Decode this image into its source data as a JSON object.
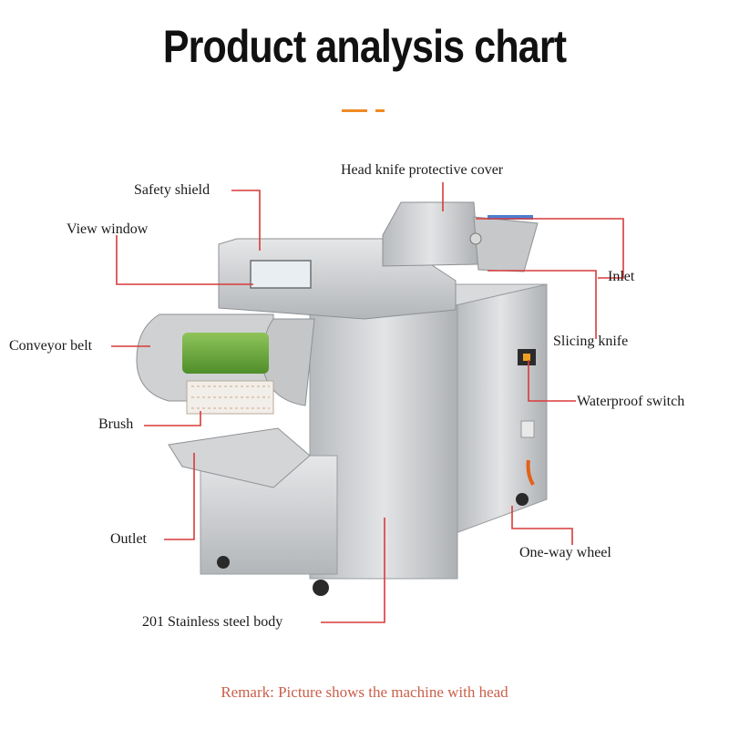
{
  "title": "Product analysis chart",
  "labels": {
    "safety_shield": "Safety shield",
    "head_knife_cover": "Head knife protective cover",
    "view_window": "View window",
    "inlet": "Inlet",
    "conveyor_belt": "Conveyor belt",
    "slicing_knife": "Slicing knife",
    "waterproof_switch": "Waterproof switch",
    "brush": "Brush",
    "outlet": "Outlet",
    "one_way_wheel": "One-way wheel",
    "body": "201 Stainless steel body"
  },
  "remark": "Remark: Picture shows the machine with head",
  "colors": {
    "leader": "#d93a3a",
    "accent": "#f08a24",
    "belt": "#6fae3a",
    "steel": "#c9cbcd"
  }
}
